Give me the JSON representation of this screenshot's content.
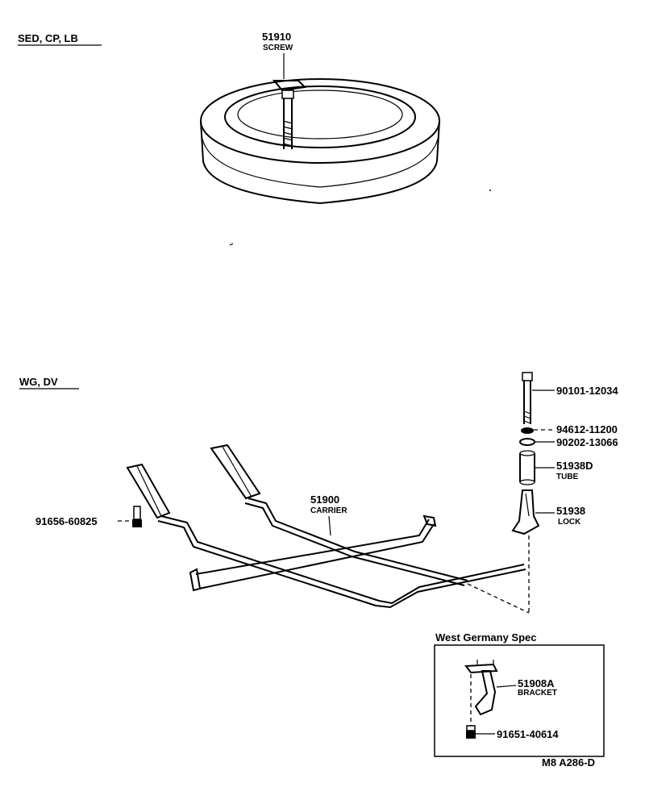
{
  "sections": {
    "top": "SED, CP, LB",
    "bottom": "WG, DV"
  },
  "parts": {
    "screw": {
      "number": "51910",
      "name": "SCREW"
    },
    "carrier": {
      "number": "51900",
      "name": "CARRIER"
    },
    "bolt_left": {
      "number": "91656-60825"
    },
    "bolt_top": {
      "number": "90101-12034"
    },
    "washer1": {
      "number": "94612-11200"
    },
    "washer2": {
      "number": "90202-13066"
    },
    "tube": {
      "number": "51938D",
      "name": "TUBE"
    },
    "lock": {
      "number": "51938",
      "name": "LOCK"
    },
    "bracket": {
      "number": "51908A",
      "name": "BRACKET"
    },
    "bolt_bracket": {
      "number": "91651-40614"
    }
  },
  "inset": {
    "title": "West Germany Spec"
  },
  "figure_code": "M8 A286-D"
}
